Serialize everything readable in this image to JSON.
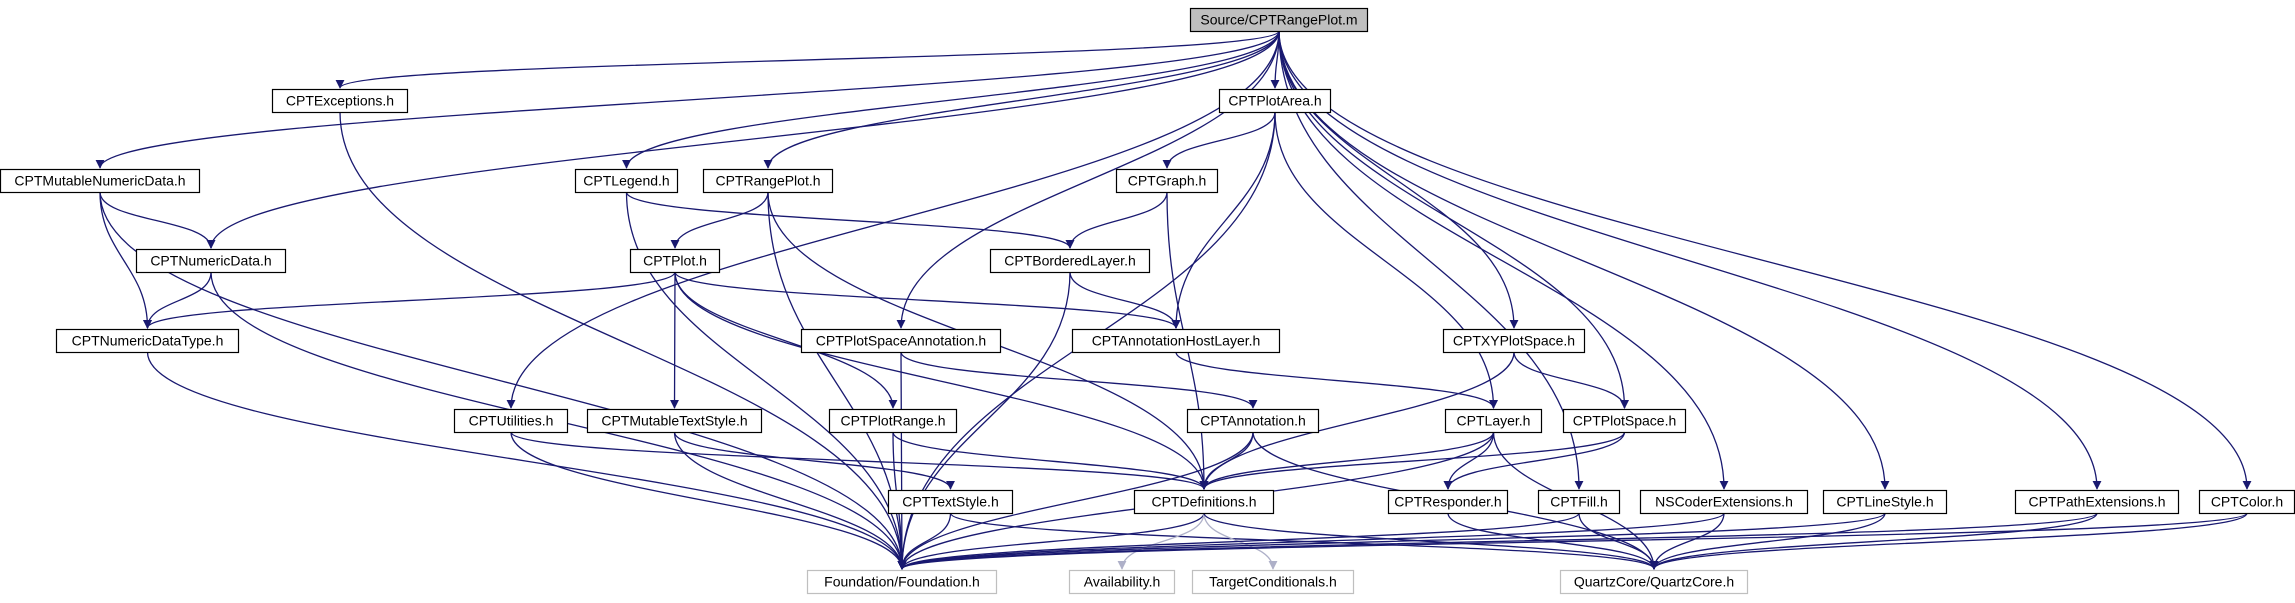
{
  "diagram": {
    "colors": {
      "edge": "#191970",
      "edge_light": "#aeb0c8",
      "root_fill": "#bfbfbf",
      "ext_border": "#bfbfbf"
    },
    "nodes": [
      {
        "id": "root",
        "label": "Source/CPTRangePlot.m",
        "kind": "root"
      },
      {
        "id": "exceptions",
        "label": "CPTExceptions.h",
        "kind": "file"
      },
      {
        "id": "plotarea",
        "label": "CPTPlotArea.h",
        "kind": "file"
      },
      {
        "id": "mutnum",
        "label": "CPTMutableNumericData.h",
        "kind": "file"
      },
      {
        "id": "legend",
        "label": "CPTLegend.h",
        "kind": "file"
      },
      {
        "id": "rangeplot",
        "label": "CPTRangePlot.h",
        "kind": "file"
      },
      {
        "id": "graph",
        "label": "CPTGraph.h",
        "kind": "file"
      },
      {
        "id": "numdata",
        "label": "CPTNumericData.h",
        "kind": "file"
      },
      {
        "id": "plot",
        "label": "CPTPlot.h",
        "kind": "file"
      },
      {
        "id": "bordered",
        "label": "CPTBorderedLayer.h",
        "kind": "file"
      },
      {
        "id": "numtype",
        "label": "CPTNumericDataType.h",
        "kind": "file"
      },
      {
        "id": "psannot",
        "label": "CPTPlotSpaceAnnotation.h",
        "kind": "file"
      },
      {
        "id": "annhost",
        "label": "CPTAnnotationHostLayer.h",
        "kind": "file"
      },
      {
        "id": "xyps",
        "label": "CPTXYPlotSpace.h",
        "kind": "file"
      },
      {
        "id": "utilities",
        "label": "CPTUtilities.h",
        "kind": "file"
      },
      {
        "id": "muttext",
        "label": "CPTMutableTextStyle.h",
        "kind": "file"
      },
      {
        "id": "plotrange",
        "label": "CPTPlotRange.h",
        "kind": "file"
      },
      {
        "id": "annotation",
        "label": "CPTAnnotation.h",
        "kind": "file"
      },
      {
        "id": "layer",
        "label": "CPTLayer.h",
        "kind": "file"
      },
      {
        "id": "plotspace",
        "label": "CPTPlotSpace.h",
        "kind": "file"
      },
      {
        "id": "textstyle",
        "label": "CPTTextStyle.h",
        "kind": "file"
      },
      {
        "id": "definitions",
        "label": "CPTDefinitions.h",
        "kind": "file"
      },
      {
        "id": "responder",
        "label": "CPTResponder.h",
        "kind": "file"
      },
      {
        "id": "fill",
        "label": "CPTFill.h",
        "kind": "file"
      },
      {
        "id": "nscoder",
        "label": "NSCoderExtensions.h",
        "kind": "file"
      },
      {
        "id": "linestyle",
        "label": "CPTLineStyle.h",
        "kind": "file"
      },
      {
        "id": "pathext",
        "label": "CPTPathExtensions.h",
        "kind": "file"
      },
      {
        "id": "color",
        "label": "CPTColor.h",
        "kind": "file"
      },
      {
        "id": "foundation",
        "label": "Foundation/Foundation.h",
        "kind": "external"
      },
      {
        "id": "availability",
        "label": "Availability.h",
        "kind": "external"
      },
      {
        "id": "targetcond",
        "label": "TargetConditionals.h",
        "kind": "external"
      },
      {
        "id": "quartz",
        "label": "QuartzCore/QuartzCore.h",
        "kind": "external"
      }
    ],
    "edges": [
      [
        "root",
        "exceptions"
      ],
      [
        "root",
        "plotarea"
      ],
      [
        "root",
        "mutnum"
      ],
      [
        "root",
        "numdata"
      ],
      [
        "root",
        "legend"
      ],
      [
        "root",
        "rangeplot"
      ],
      [
        "root",
        "psannot"
      ],
      [
        "root",
        "xyps"
      ],
      [
        "root",
        "utilities"
      ],
      [
        "root",
        "plotspace"
      ],
      [
        "root",
        "fill"
      ],
      [
        "root",
        "nscoder"
      ],
      [
        "root",
        "linestyle"
      ],
      [
        "root",
        "pathext"
      ],
      [
        "root",
        "color"
      ],
      [
        "exceptions",
        "foundation"
      ],
      [
        "plotarea",
        "graph"
      ],
      [
        "plotarea",
        "annhost"
      ],
      [
        "plotarea",
        "layer"
      ],
      [
        "plotarea",
        "foundation"
      ],
      [
        "mutnum",
        "numdata"
      ],
      [
        "mutnum",
        "numtype"
      ],
      [
        "mutnum",
        "foundation"
      ],
      [
        "numdata",
        "numtype"
      ],
      [
        "numdata",
        "foundation"
      ],
      [
        "legend",
        "bordered"
      ],
      [
        "legend",
        "foundation"
      ],
      [
        "rangeplot",
        "plot"
      ],
      [
        "rangeplot",
        "definitions"
      ],
      [
        "rangeplot",
        "foundation"
      ],
      [
        "graph",
        "bordered"
      ],
      [
        "graph",
        "definitions"
      ],
      [
        "plot",
        "numtype"
      ],
      [
        "plot",
        "annhost"
      ],
      [
        "plot",
        "muttext"
      ],
      [
        "plot",
        "plotrange"
      ],
      [
        "plot",
        "definitions"
      ],
      [
        "bordered",
        "annhost"
      ],
      [
        "bordered",
        "foundation"
      ],
      [
        "numtype",
        "foundation"
      ],
      [
        "psannot",
        "annotation"
      ],
      [
        "psannot",
        "foundation"
      ],
      [
        "annhost",
        "layer"
      ],
      [
        "xyps",
        "plotspace"
      ],
      [
        "xyps",
        "definitions"
      ],
      [
        "utilities",
        "definitions"
      ],
      [
        "utilities",
        "foundation"
      ],
      [
        "muttext",
        "textstyle"
      ],
      [
        "muttext",
        "foundation"
      ],
      [
        "plotrange",
        "definitions"
      ],
      [
        "plotrange",
        "foundation"
      ],
      [
        "annotation",
        "definitions"
      ],
      [
        "annotation",
        "foundation"
      ],
      [
        "annotation",
        "quartz"
      ],
      [
        "layer",
        "definitions"
      ],
      [
        "layer",
        "responder"
      ],
      [
        "layer",
        "foundation"
      ],
      [
        "layer",
        "quartz"
      ],
      [
        "plotspace",
        "definitions"
      ],
      [
        "plotspace",
        "responder"
      ],
      [
        "textstyle",
        "foundation"
      ],
      [
        "textstyle",
        "quartz"
      ],
      [
        "definitions",
        "foundation"
      ],
      [
        "definitions",
        "availability"
      ],
      [
        "definitions",
        "targetcond"
      ],
      [
        "definitions",
        "quartz"
      ],
      [
        "responder",
        "quartz"
      ],
      [
        "fill",
        "foundation"
      ],
      [
        "fill",
        "quartz"
      ],
      [
        "nscoder",
        "foundation"
      ],
      [
        "nscoder",
        "quartz"
      ],
      [
        "linestyle",
        "foundation"
      ],
      [
        "linestyle",
        "quartz"
      ],
      [
        "pathext",
        "foundation"
      ],
      [
        "pathext",
        "quartz"
      ],
      [
        "color",
        "foundation"
      ],
      [
        "color",
        "quartz"
      ]
    ]
  }
}
